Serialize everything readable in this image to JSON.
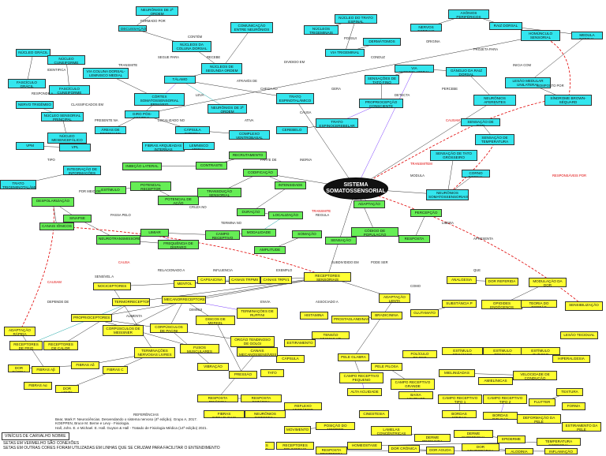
{
  "center": {
    "label": "SISTEMA SOMATOSSENSORIAL"
  },
  "nodes": [
    {
      "id": "c1",
      "color": "cyan",
      "label": "NEURÔNIOS DE 2ª ORDEM"
    },
    {
      "id": "c2",
      "color": "cyan",
      "label": "DECUSSAÇÃO"
    },
    {
      "id": "c3",
      "color": "cyan",
      "label": "NÚCLEOS DA COLUNA DORSAL"
    },
    {
      "id": "c4",
      "color": "cyan",
      "label": "VIA COLUNA DORSAL-LEMNISCO MEDIAL"
    },
    {
      "id": "c5",
      "color": "cyan",
      "label": "NÚCLEOS DE SEGUNDA ORDEM"
    },
    {
      "id": "c6",
      "color": "cyan",
      "label": "TÁLAMO"
    },
    {
      "id": "c7",
      "color": "cyan",
      "label": "CÓRTEX SOMATOSSENSORIAL PRIMÁRIO"
    },
    {
      "id": "c8",
      "color": "cyan",
      "label": "NEURÔNIOS DE 3ª ORDEM"
    },
    {
      "id": "c9",
      "color": "cyan",
      "label": "TRATO ESPINOTALÂMICO"
    },
    {
      "id": "c10",
      "color": "cyan",
      "label": "NÚCLEOS TRIGEMINAIS"
    },
    {
      "id": "c11",
      "color": "cyan",
      "label": "NÚCLEO DO TRATO ESPINAL"
    },
    {
      "id": "c12",
      "color": "cyan",
      "label": "VIA TRIGEMINAL"
    },
    {
      "id": "c13",
      "color": "cyan",
      "label": "DERMÁTOMOS"
    },
    {
      "id": "c14",
      "color": "cyan",
      "label": "NERVOS ESPINAIS"
    },
    {
      "id": "c15",
      "color": "cyan",
      "label": "AXÔNIOS PERIFÉRICOS"
    },
    {
      "id": "c16",
      "color": "cyan",
      "label": "RAIZ DORSAL"
    },
    {
      "id": "c17",
      "color": "cyan",
      "label": "HOMÚNCULO SENSORIAL"
    },
    {
      "id": "c18",
      "color": "cyan",
      "label": "MEDULA ESPINAL"
    },
    {
      "id": "c19",
      "color": "cyan",
      "label": "SÍNDROME BROWN-SÉQUARD"
    },
    {
      "id": "c20",
      "color": "cyan",
      "label": "LESÃO MEDULAR UNILATERAL"
    },
    {
      "id": "c21",
      "color": "cyan",
      "label": "NEURÔNIOS AFERENTES PRIMÁRIOS"
    },
    {
      "id": "c22",
      "color": "cyan",
      "label": "GÂNGLIO DA RAIZ DORSAL"
    },
    {
      "id": "c23",
      "color": "cyan",
      "label": "VIA ANTEROLATERAL"
    },
    {
      "id": "c24",
      "color": "cyan",
      "label": "SENSAÇÕES DE TATO FINO"
    },
    {
      "id": "c25",
      "color": "cyan",
      "label": "PROPRIOCEPÇÃO CONSCIENTE"
    },
    {
      "id": "c26",
      "color": "cyan",
      "label": "TRATO ESPINOCEREBELAR"
    },
    {
      "id": "c27",
      "color": "cyan",
      "label": "CEREBELO"
    },
    {
      "id": "c28",
      "color": "cyan",
      "label": "COMPLEXO VENTROBASAL"
    },
    {
      "id": "c29",
      "color": "cyan",
      "label": "CÁPSULA INTERNA"
    },
    {
      "id": "c30",
      "color": "cyan",
      "label": "GIRO PÓS-CENTRAL"
    },
    {
      "id": "c31",
      "color": "cyan",
      "label": "ÁREAS DE BRODMANN"
    },
    {
      "id": "c32",
      "color": "cyan",
      "label": "FIBRAS ARQUEADAS INTERNAS"
    },
    {
      "id": "c33",
      "color": "cyan",
      "label": "LEMNISCO MEDIAL"
    },
    {
      "id": "c34",
      "color": "cyan",
      "label": "NÚCLEO GRÁCIL"
    },
    {
      "id": "c35",
      "color": "cyan",
      "label": "NÚCLEO CUNEIFORME"
    },
    {
      "id": "c36",
      "color": "cyan",
      "label": "FASCÍCULO GRÁCIL"
    },
    {
      "id": "c37",
      "color": "cyan",
      "label": "FASCÍCULO CUNEIFORME"
    },
    {
      "id": "c38",
      "color": "cyan",
      "label": "NERVO TRIGÊMEO"
    },
    {
      "id": "c39",
      "color": "cyan",
      "label": "NÚCLEO SENSORIAL PRINCIPAL"
    },
    {
      "id": "c40",
      "color": "cyan",
      "label": "NÚCLEO MESENCEFÁLICO"
    },
    {
      "id": "c41",
      "color": "cyan",
      "label": "VPM"
    },
    {
      "id": "c42",
      "color": "cyan",
      "label": "VPL"
    },
    {
      "id": "c43",
      "color": "cyan",
      "label": "TRATO TRIGEMINOTALÂMICO"
    },
    {
      "id": "c44",
      "color": "cyan",
      "label": "INTEGRAÇÃO DE INFORMAÇÕES"
    },
    {
      "id": "c45",
      "color": "cyan",
      "label": "COMUNICAÇÃO ENTRE NEURÔNIOS"
    },
    {
      "id": "c46",
      "color": "cyan",
      "label": "SENSAÇÃO DE DOR"
    },
    {
      "id": "c47",
      "color": "cyan",
      "label": "SENSAÇÃO DE TEMPERATURA"
    },
    {
      "id": "c48",
      "color": "cyan",
      "label": "SENSAÇÃO DE TATO GROSSEIRO"
    },
    {
      "id": "c49",
      "color": "cyan",
      "label": "NEURÔNIOS SOMATOSSENSORIAIS"
    },
    {
      "id": "c50",
      "color": "cyan",
      "label": "CORNO DORSAL"
    },
    {
      "id": "g1",
      "color": "green",
      "label": "ESTÍMULO"
    },
    {
      "id": "g2",
      "color": "green",
      "label": "POTENCIAL RECEPTOR"
    },
    {
      "id": "g3",
      "color": "green",
      "label": "POTENCIAL DE AÇÃO"
    },
    {
      "id": "g4",
      "color": "green",
      "label": "TRANSDUÇÃO SENSORIAL"
    },
    {
      "id": "g5",
      "color": "green",
      "label": "CODIFICAÇÃO"
    },
    {
      "id": "g6",
      "color": "green",
      "label": "INTENSIDADE"
    },
    {
      "id": "g7",
      "color": "green",
      "label": "DURAÇÃO"
    },
    {
      "id": "g8",
      "color": "green",
      "label": "LOCALIZAÇÃO"
    },
    {
      "id": "g9",
      "color": "green",
      "label": "MODALIDADE"
    },
    {
      "id": "g10",
      "color": "green",
      "label": "CAMPO RECEPTIVO"
    },
    {
      "id": "g11",
      "color": "green",
      "label": "LIMIAR"
    },
    {
      "id": "g12",
      "color": "green",
      "label": "FREQUÊNCIA DE DISPARO"
    },
    {
      "id": "g13",
      "color": "green",
      "label": "NEUROTRANSMISSORES"
    },
    {
      "id": "g14",
      "color": "green",
      "label": "SINAPSE"
    },
    {
      "id": "g15",
      "color": "green",
      "label": "DESPOLARIZAÇÃO"
    },
    {
      "id": "g16",
      "color": "green",
      "label": "CANAIS IÔNICOS"
    },
    {
      "id": "g17",
      "color": "green",
      "label": "INIBIÇÃO LATERAL"
    },
    {
      "id": "g18",
      "color": "green",
      "label": "CONTRASTE"
    },
    {
      "id": "g19",
      "color": "green",
      "label": "RECRUTAMENTO"
    },
    {
      "id": "g20",
      "color": "green",
      "label": "CÓDIGO DE POPULAÇÃO"
    },
    {
      "id": "g21",
      "color": "green",
      "label": "RESPOSTA"
    },
    {
      "id": "g22",
      "color": "green",
      "label": "PERCEPÇÃO"
    },
    {
      "id": "g23",
      "color": "green",
      "label": "ADAPTAÇÃO"
    },
    {
      "id": "g24",
      "color": "green",
      "label": "SOMAÇÃO"
    },
    {
      "id": "g25",
      "color": "green",
      "label": "AMPLITUDE"
    },
    {
      "id": "g26",
      "color": "green",
      "label": "SENSAÇÃO"
    },
    {
      "id": "y1",
      "color": "yellow",
      "label": "RECEPTORES SENSORIAIS"
    },
    {
      "id": "y2",
      "color": "yellow",
      "label": "MECANORRECEPTORES"
    },
    {
      "id": "y3",
      "color": "yellow",
      "label": "TERMORRECEPTORES"
    },
    {
      "id": "y4",
      "color": "yellow",
      "label": "NOCICEPTORES"
    },
    {
      "id": "y5",
      "color": "yellow",
      "label": "PROPRIOCEPTORES"
    },
    {
      "id": "y6",
      "color": "yellow",
      "label": "CORPÚSCULOS DE MEISSNER"
    },
    {
      "id": "y7",
      "color": "yellow",
      "label": "CORPÚSCULOS DE PACINI"
    },
    {
      "id": "y8",
      "color": "yellow",
      "label": "DISCOS DE MERKEL"
    },
    {
      "id": "y9",
      "color": "yellow",
      "label": "TERMINAÇÕES DE RUFFINI"
    },
    {
      "id": "y10",
      "color": "yellow",
      "label": "FUSOS MUSCULARES"
    },
    {
      "id": "y11",
      "color": "yellow",
      "label": "ÓRGÃO TENDINOSO DE GOLGI"
    },
    {
      "id": "y12",
      "color": "yellow",
      "label": "RECEPTORES DE FRIO"
    },
    {
      "id": "y13",
      "color": "yellow",
      "label": "RECEPTORES DE CALOR"
    },
    {
      "id": "y14",
      "color": "yellow",
      "label": "ADAPTAÇÃO RÁPIDA"
    },
    {
      "id": "y15",
      "color": "yellow",
      "label": "ADAPTAÇÃO LENTA"
    },
    {
      "id": "y16",
      "color": "yellow",
      "label": "TERMINAÇÕES NERVOSAS LIVRES"
    },
    {
      "id": "y17",
      "color": "yellow",
      "label": "FIBRAS Aδ"
    },
    {
      "id": "y18",
      "color": "yellow",
      "label": "FIBRAS C"
    },
    {
      "id": "y19",
      "color": "yellow",
      "label": "FIBRAS Aβ"
    },
    {
      "id": "y20",
      "color": "yellow",
      "label": "FIBRAS Aα"
    },
    {
      "id": "y21",
      "color": "yellow",
      "label": "DOR RÁPIDA"
    },
    {
      "id": "y22",
      "color": "yellow",
      "label": "DOR LENTA"
    },
    {
      "id": "y23",
      "color": "yellow",
      "label": "VIBRAÇÃO"
    },
    {
      "id": "y24",
      "color": "yellow",
      "label": "PRESSÃO"
    },
    {
      "id": "y25",
      "color": "yellow",
      "label": "TATO"
    },
    {
      "id": "y26",
      "color": "yellow",
      "label": "ESTIRAMENTO"
    },
    {
      "id": "y27",
      "color": "yellow",
      "label": "TENSÃO MUSCULAR"
    },
    {
      "id": "y28",
      "color": "yellow",
      "label": "CÁPSULA"
    },
    {
      "id": "y29",
      "color": "yellow",
      "label": "PELE GLABRA"
    },
    {
      "id": "y30",
      "color": "yellow",
      "label": "PELE PILOSA"
    },
    {
      "id": "y31",
      "color": "yellow",
      "label": "FOLÍCULO PILOSO"
    },
    {
      "id": "y32",
      "color": "yellow",
      "label": "ESTÍMULO MECÂNICO"
    },
    {
      "id": "y33",
      "color": "yellow",
      "label": "ESTÍMULO TÉRMICO"
    },
    {
      "id": "y34",
      "color": "yellow",
      "label": "ESTÍMULO QUÍMICO"
    },
    {
      "id": "y35",
      "color": "yellow",
      "label": "LESÃO TECIDUAL"
    },
    {
      "id": "y36",
      "color": "yellow",
      "label": "CAMPO RECEPTIVO PEQUENO"
    },
    {
      "id": "y37",
      "color": "yellow",
      "label": "CAMPO RECEPTIVO GRANDE"
    },
    {
      "id": "y38",
      "color": "yellow",
      "label": "ALTA ACUIDADE"
    },
    {
      "id": "y39",
      "color": "yellow",
      "label": "BAIXA ACUIDADE"
    },
    {
      "id": "y40",
      "color": "yellow",
      "label": "MIELINIZADAS"
    },
    {
      "id": "y41",
      "color": "yellow",
      "label": "AMIELÍNICAS"
    },
    {
      "id": "y42",
      "color": "yellow",
      "label": "VELOCIDADE DE CONDUÇÃO"
    },
    {
      "id": "y43",
      "color": "yellow",
      "label": "HIPERALGESIA"
    },
    {
      "id": "y44",
      "color": "yellow",
      "label": "SENSIBILIZAÇÃO"
    },
    {
      "id": "y45",
      "color": "yellow",
      "label": "MODULAÇÃO DA DOR"
    },
    {
      "id": "y46",
      "color": "yellow",
      "label": "DOR REFERIDA"
    },
    {
      "id": "y47",
      "color": "yellow",
      "label": "ANALGESIA"
    },
    {
      "id": "y48",
      "color": "yellow",
      "label": "OPIOIDES ENDÓGENOS"
    },
    {
      "id": "y49",
      "color": "yellow",
      "label": "TEORIA DO PORTÃO"
    },
    {
      "id": "y50",
      "color": "yellow",
      "label": "SUBSTÂNCIA P"
    },
    {
      "id": "y51",
      "color": "yellow",
      "label": "GLUTAMATO"
    },
    {
      "id": "y52",
      "color": "yellow",
      "label": "BRADICININA"
    },
    {
      "id": "y53",
      "color": "yellow",
      "label": "PROSTAGLANDINAS"
    },
    {
      "id": "y54",
      "color": "yellow",
      "label": "HISTAMINA"
    },
    {
      "id": "y55",
      "color": "yellow",
      "label": "CANAIS TRPV1"
    },
    {
      "id": "y56",
      "color": "yellow",
      "label": "CANAIS TRPM8"
    },
    {
      "id": "y57",
      "color": "yellow",
      "label": "CAPSAICINA"
    },
    {
      "id": "y58",
      "color": "yellow",
      "label": "MENTOL"
    },
    {
      "id": "y59",
      "color": "yellow",
      "label": "CANAIS MECANOSSENSÍVEIS"
    },
    {
      "id": "y60",
      "color": "yellow",
      "label": "RESPOSTA DINÂMICA"
    },
    {
      "id": "y61",
      "color": "yellow",
      "label": "RESPOSTA ESTÁTICA"
    },
    {
      "id": "y62",
      "color": "yellow",
      "label": "FIBRAS INTRAFUSAIS"
    },
    {
      "id": "y63",
      "color": "yellow",
      "label": "NEURÔNIOS MOTORES γ"
    },
    {
      "id": "y64",
      "color": "yellow",
      "label": "REFLEXO MIOTÁTICO"
    },
    {
      "id": "y65",
      "color": "yellow",
      "label": "POSIÇÃO DO MEMBRO"
    },
    {
      "id": "y66",
      "color": "yellow",
      "label": "MOVIMENTO"
    },
    {
      "id": "y67",
      "color": "yellow",
      "label": "CINESTESIA"
    },
    {
      "id": "y68",
      "color": "yellow",
      "label": "CAMPO RECEPTIVO TIPO 1"
    },
    {
      "id": "y69",
      "color": "yellow",
      "label": "CAMPO RECEPTIVO TIPO 2"
    },
    {
      "id": "y70",
      "color": "yellow",
      "label": "BORDAS NÍTIDAS"
    },
    {
      "id": "y71",
      "color": "yellow",
      "label": "BORDAS DIFUSAS"
    },
    {
      "id": "y72",
      "color": "yellow",
      "label": "FLUTTER"
    },
    {
      "id": "y73",
      "color": "yellow",
      "label": "TEXTURA"
    },
    {
      "id": "y74",
      "color": "yellow",
      "label": "FORMA"
    },
    {
      "id": "y75",
      "color": "yellow",
      "label": "DEFORMAÇÃO DA PELE"
    },
    {
      "id": "y76",
      "color": "yellow",
      "label": "ESTIRAMENTO DA PELE"
    },
    {
      "id": "y77",
      "color": "yellow",
      "label": "LAMELAS CONCÊNTRICAS"
    },
    {
      "id": "y78",
      "color": "yellow",
      "label": "DERME PROFUNDA"
    },
    {
      "id": "y79",
      "color": "yellow",
      "label": "DERME SUPERFICIAL"
    },
    {
      "id": "y80",
      "color": "yellow",
      "label": "EPIDERME"
    },
    {
      "id": "y81",
      "color": "yellow",
      "label": "TEMPERATURA CORPORAL"
    },
    {
      "id": "y82",
      "color": "yellow",
      "label": "HOMEOSTASE"
    },
    {
      "id": "y83",
      "color": "yellow",
      "label": "DOR CRÔNICA"
    },
    {
      "id": "y84",
      "color": "yellow",
      "label": "DOR AGUDA"
    },
    {
      "id": "y85",
      "color": "yellow",
      "label": "DOR NEUROPÁTICA"
    },
    {
      "id": "y86",
      "color": "yellow",
      "label": "ALODINIA"
    },
    {
      "id": "y87",
      "color": "yellow",
      "label": "INFLAMAÇÃO"
    },
    {
      "id": "y88",
      "color": "yellow",
      "label": "RESPOSTA PROTETORA"
    },
    {
      "id": "y89",
      "color": "yellow",
      "label": "RECEPTORES POLIMODAIS"
    },
    {
      "id": "y90",
      "color": "yellow",
      "label": "RECEPTORES SILENCIOSOS"
    }
  ],
  "labels": [
    "FORMADO POR",
    "CONTÉM",
    "SEGUE PARA",
    "TRANSMITE",
    "RECEBE",
    "ATRAVÉS DE",
    "LEVA",
    "CHEGA AO",
    "DIVIDIDO EM",
    "POSSUI",
    "CONDUZ",
    "ORIGINA",
    "PROJETA PARA",
    "INICIA COM",
    "COMPOSTO POR",
    "PERCEBE",
    "DETECTA",
    "GERA",
    "CAUSA",
    "ATIVA",
    "LOCALIZADO NO",
    "PRESENTE NA",
    "IDENTIFICA",
    "RESPONDE A",
    "CLASSIFICADOS EM",
    "TIPO",
    "POR MEIO DE",
    "PASSA PELO",
    "CRUZA NO",
    "TERMINA NO",
    "PARTE DE",
    "INERVA",
    "REGULA",
    "INIBE",
    "MODULA",
    "LIBERA",
    "APRESENTA",
    "PODE SER",
    "SUBDIVIDIDO EM",
    "EXEMPLO",
    "INFLUENCIA",
    "RELACIONADO A",
    "SENSÍVEL A",
    "DEPENDE DE",
    "AUMENTA",
    "DIMINUI",
    "ENVIA",
    "ASSOCIADO A",
    "COMO",
    "QUE"
  ],
  "red_labels": [
    "CAUSAM",
    "TRANSMITEM",
    "CAUSA",
    "TRANSMITE",
    "RESPONSÁVEIS POR",
    "CAUSAM"
  ],
  "references": {
    "title": "REFERÊNCIAS",
    "lines": [
      "Bear, Mark F. Neurociências. Desvendando o sistema nervoso (4ª edição). Grupo A, 2017.",
      "KOEPPEN, Bruce M. Berne e Levy - Fisiologia.",
      "Hall, John. E. e Michael. E. Hall. Guyton & Hall - Tratado de Fisiologia Médica (14ª edição) 2021."
    ]
  },
  "author": "VINÍCIUS DE CARVALHO NOBRE",
  "legend": [
    "SETAS EM VERMELHO SÃO CONEXÕES",
    "SETAS EM OUTRAS CORES FORAM UTILIZADAS EM LINHAS QUE SE CRUZAM PARA FACILITAR O ENTENDIMENTO"
  ]
}
